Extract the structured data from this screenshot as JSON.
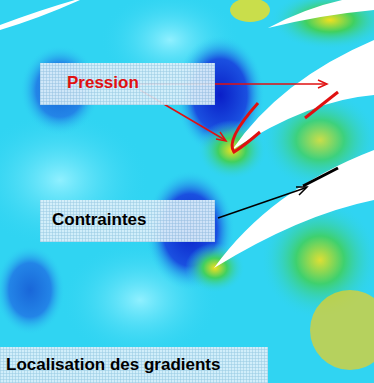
{
  "diagram": {
    "caption": "Localisation des gradients",
    "labels": [
      "Pression",
      "Contraintes"
    ]
  }
}
